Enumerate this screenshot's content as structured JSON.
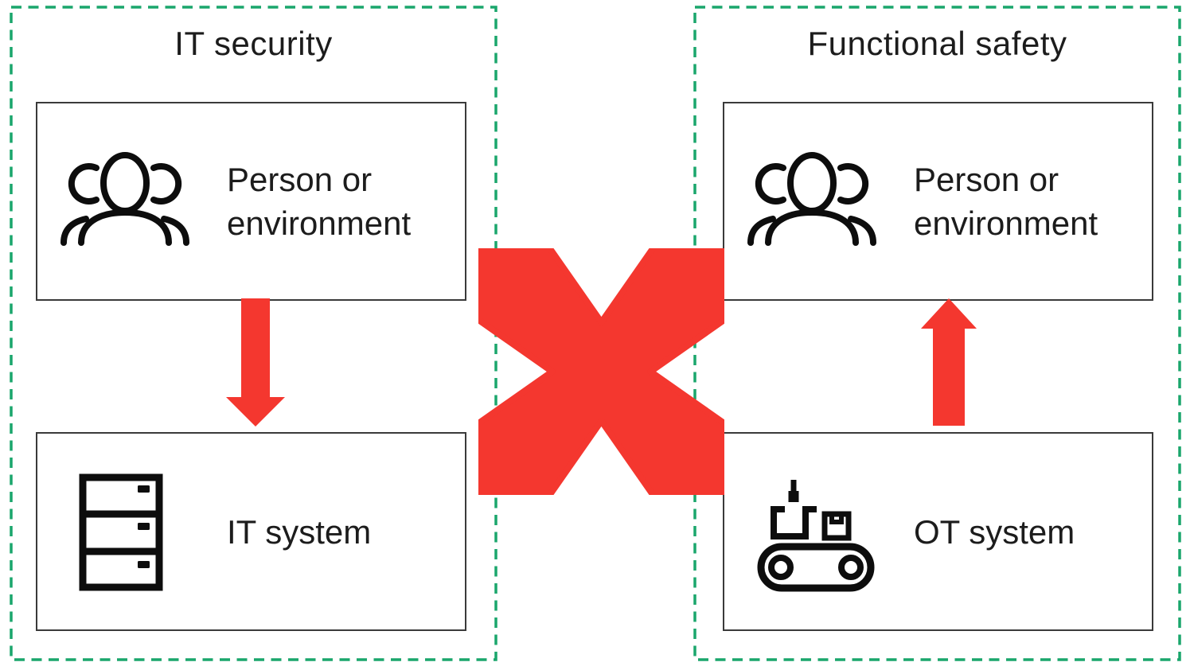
{
  "diagram": {
    "type": "comparison-diagram",
    "colors": {
      "accent_red": "#f4372f",
      "dashed_border_green": "#1aa66c",
      "node_border": "#3a3a3a",
      "text": "#1c1c1c"
    },
    "panels": {
      "left": {
        "title": "IT security",
        "top_box": {
          "label_line1": "Person or",
          "label_line2": "environment",
          "icon": "people-group-icon"
        },
        "bottom_box": {
          "label": "IT system",
          "icon": "server-icon"
        },
        "arrow": {
          "direction": "down",
          "from": "Person or environment",
          "to": "IT system"
        }
      },
      "right": {
        "title": "Functional safety",
        "top_box": {
          "label_line1": "Person or",
          "label_line2": "environment",
          "icon": "people-group-icon"
        },
        "bottom_box": {
          "label": "OT system",
          "icon": "conveyor-belt-icon"
        },
        "arrow": {
          "direction": "up",
          "from": "OT system",
          "to": "Person or environment"
        }
      },
      "center": {
        "icon": "crossed-arrows-x-icon"
      }
    }
  }
}
